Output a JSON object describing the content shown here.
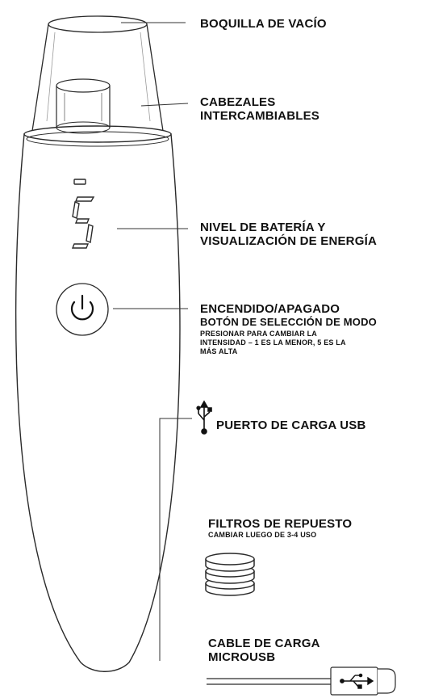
{
  "labels": {
    "nozzle": "BOQUILLA DE VACÍO",
    "heads_line1": "CABEZALES",
    "heads_line2": "INTERCAMBIABLES",
    "battery_line1": "NIVEL DE BATERÍA Y",
    "battery_line2": "VISUALIZACIÓN DE ENERGÍA",
    "power_title": "ENCENDIDO/APAGADO",
    "power_subtitle": "BOTÓN DE SELECCIÓN DE MODO",
    "power_note_line1": "PRESIONAR PARA CAMBIAR LA",
    "power_note_line2": "INTENSIDAD – 1 ES LA MENOR, 5 ES LA",
    "power_note_line3": "MÁS ALTA",
    "usb_port": "PUERTO DE CARGA USB",
    "filters_title": "FILTROS DE REPUESTO",
    "filters_note": "CAMBIAR LUEGO DE 3-4 USO",
    "cable_line1": "CABLE DE CARGA",
    "cable_line2": "MICROUSB"
  },
  "display_digit": "5",
  "icons": {
    "power": "power-icon",
    "usb": "usb-icon",
    "filters": "filter-stack-icon",
    "cable": "microusb-cable-icon"
  },
  "colors": {
    "ink": "#111111",
    "stroke": "#2a2a2a",
    "lines": "#333333"
  }
}
